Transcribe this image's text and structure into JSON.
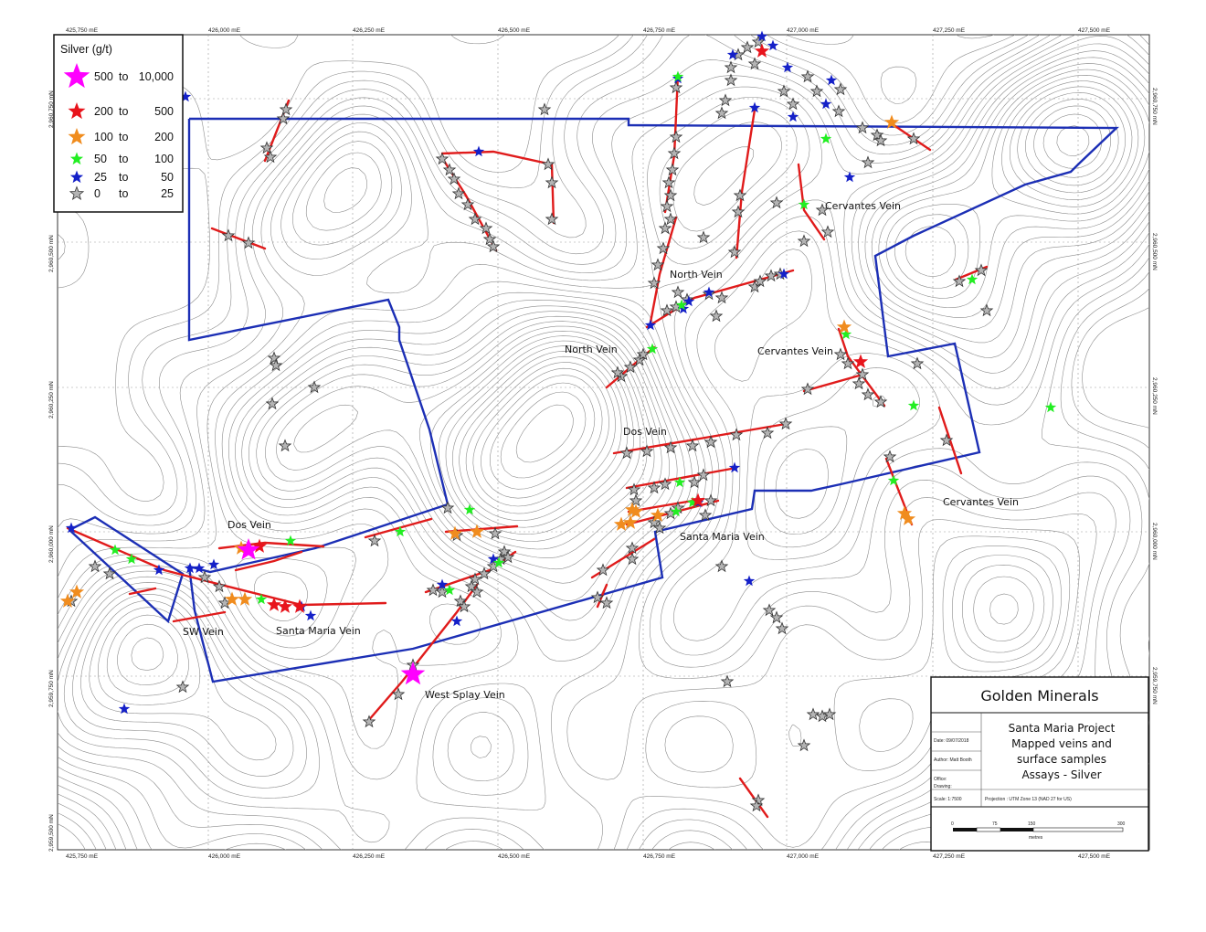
{
  "legend": {
    "title": "Silver (g/t)",
    "classes": [
      {
        "from": "500",
        "to_word": "to",
        "to": "10,000",
        "color": "#ff00ff",
        "size": "large"
      },
      {
        "from": "200",
        "to_word": "to",
        "to": "500",
        "color": "#e8141c",
        "size": "medium"
      },
      {
        "from": "100",
        "to_word": "to",
        "to": "200",
        "color": "#f08c1e",
        "size": "medium"
      },
      {
        "from": "50",
        "to_word": "to",
        "to": "100",
        "color": "#22ee22",
        "size": "small"
      },
      {
        "from": "25",
        "to_word": "to",
        "to": "50",
        "color": "#1420c8",
        "size": "small"
      },
      {
        "from": "0",
        "to_word": "to",
        "to": "25",
        "color": "#b4b4b4",
        "size": "small"
      }
    ]
  },
  "grid": {
    "easting_labels": [
      "425,750 mE",
      "426,000 mE",
      "426,250 mE",
      "426,500 mE",
      "426,750 mE",
      "427,000 mE",
      "427,250 mE",
      "427,500 mE"
    ],
    "northing_labels": [
      "2,960,750 mN",
      "2,960,500 mN",
      "2,960,250 mN",
      "2,960,000 mN",
      "2,959,750 mN",
      "2,959,500 mN"
    ]
  },
  "vein_labels": [
    {
      "name": "Cervantes Vein",
      "id": "cervantes-1"
    },
    {
      "name": "North Vein",
      "id": "north-1"
    },
    {
      "name": "North Vein",
      "id": "north-2"
    },
    {
      "name": "Cervantes Vein",
      "id": "cervantes-2"
    },
    {
      "name": "Dos Vein",
      "id": "dos-1"
    },
    {
      "name": "Santa Maria Vein",
      "id": "santamaria-1"
    },
    {
      "name": "Cervantes Vein",
      "id": "cervantes-3"
    },
    {
      "name": "Dos Vein",
      "id": "dos-2"
    },
    {
      "name": "SW Vein",
      "id": "sw-1"
    },
    {
      "name": "Santa Maria Vein",
      "id": "santamaria-2"
    },
    {
      "name": "West Splay Vein",
      "id": "westsplay-1"
    }
  ],
  "title_block": {
    "company": "Golden Minerals",
    "fields": [
      "Date: 09/07/2018",
      "Author: Matt Booth",
      "Office:",
      "Drawing:",
      "Scale: 1:7500"
    ],
    "title_lines": [
      "Santa Maria Project",
      "Mapped veins and",
      "surface samples",
      "Assays - Silver"
    ],
    "projection": "Projection : UTM Zone 13 (NAD 27 for US)",
    "scalebar_ticks": [
      "0",
      "75",
      "150",
      "300"
    ],
    "scalebar_unit": "metres"
  },
  "colors": {
    "contour": "#8c8c8c",
    "vein": "#e01b1b",
    "claim_boundary": "#1c2fb5",
    "grid": "#9a9a9a"
  }
}
